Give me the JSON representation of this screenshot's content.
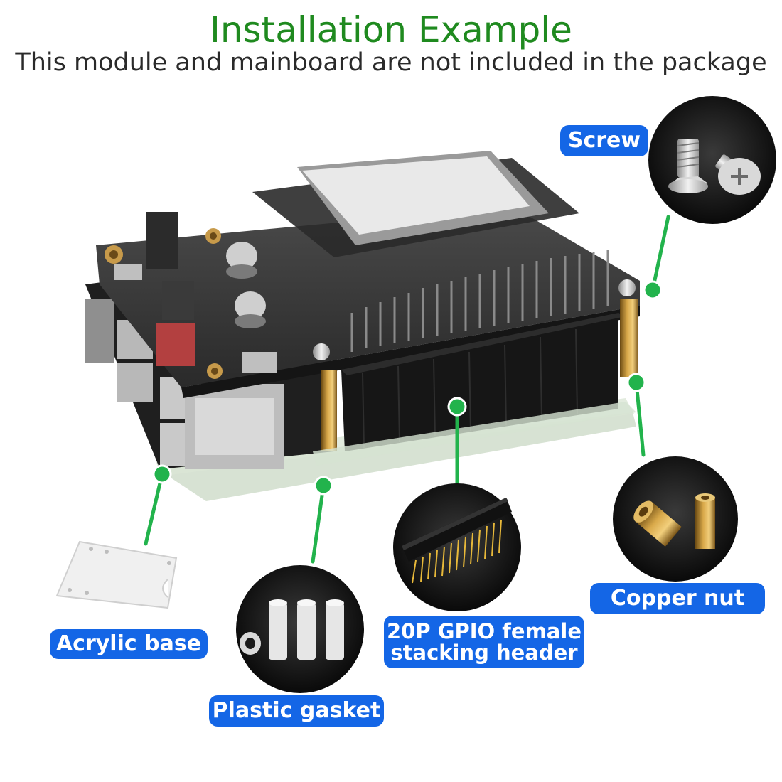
{
  "header": {
    "title": "Installation Example",
    "subtitle": "This module and mainboard are not included in the package"
  },
  "callouts": {
    "screw": "Screw",
    "copper_nut": "Copper nut",
    "gpio_header": [
      "20P GPIO female",
      "stacking header"
    ],
    "acrylic_base": "Acrylic base",
    "plastic_gasket": "Plastic gasket"
  },
  "colors": {
    "title": "#1f8a1f",
    "label_bg": "#1466e6",
    "leader": "#22b34c"
  }
}
